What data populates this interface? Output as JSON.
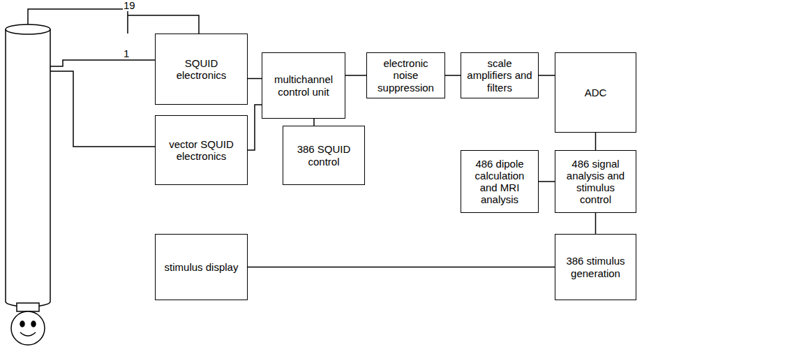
{
  "diagram": {
    "nodes": [
      {
        "text": [
          "SQUID electronics"
        ]
      },
      {
        "text": [
          "vector SQUID electronics"
        ]
      },
      {
        "text": [
          "multichannel control unit"
        ]
      },
      {
        "text": [
          "386 SQUID control"
        ]
      },
      {
        "text": [
          "electronic noise suppression"
        ]
      },
      {
        "text": [
          "scale amplifiers and filters"
        ]
      },
      {
        "text": [
          "ADC"
        ]
      },
      {
        "text": [
          "486 dipole calculation and MRI analysis"
        ]
      },
      {
        "text": [
          "486 signal analysis and stimulus control"
        ]
      },
      {
        "text": [
          "stimulus display"
        ]
      },
      {
        "text": [
          "386 stimulus generation"
        ]
      }
    ],
    "edges": [
      {
        "from": 0,
        "to": 2,
        "arrow": "none"
      },
      {
        "from": 1,
        "to": 2,
        "arrow": "none"
      },
      {
        "from": 2,
        "to": 3,
        "arrow": "none"
      },
      {
        "from": 2,
        "to": 4,
        "arrow": "none"
      },
      {
        "from": 4,
        "to": 5,
        "arrow": "none"
      },
      {
        "from": 5,
        "to": 6,
        "arrow": "none"
      },
      {
        "from": 6,
        "to": 8,
        "arrow": "none"
      },
      {
        "from": 7,
        "to": 8,
        "arrow": "none"
      },
      {
        "from": 8,
        "to": 10,
        "arrow": "none"
      },
      {
        "from": 10,
        "to": 9,
        "arrow": "none"
      }
    ],
    "labels": [
      "19",
      "1"
    ]
  }
}
